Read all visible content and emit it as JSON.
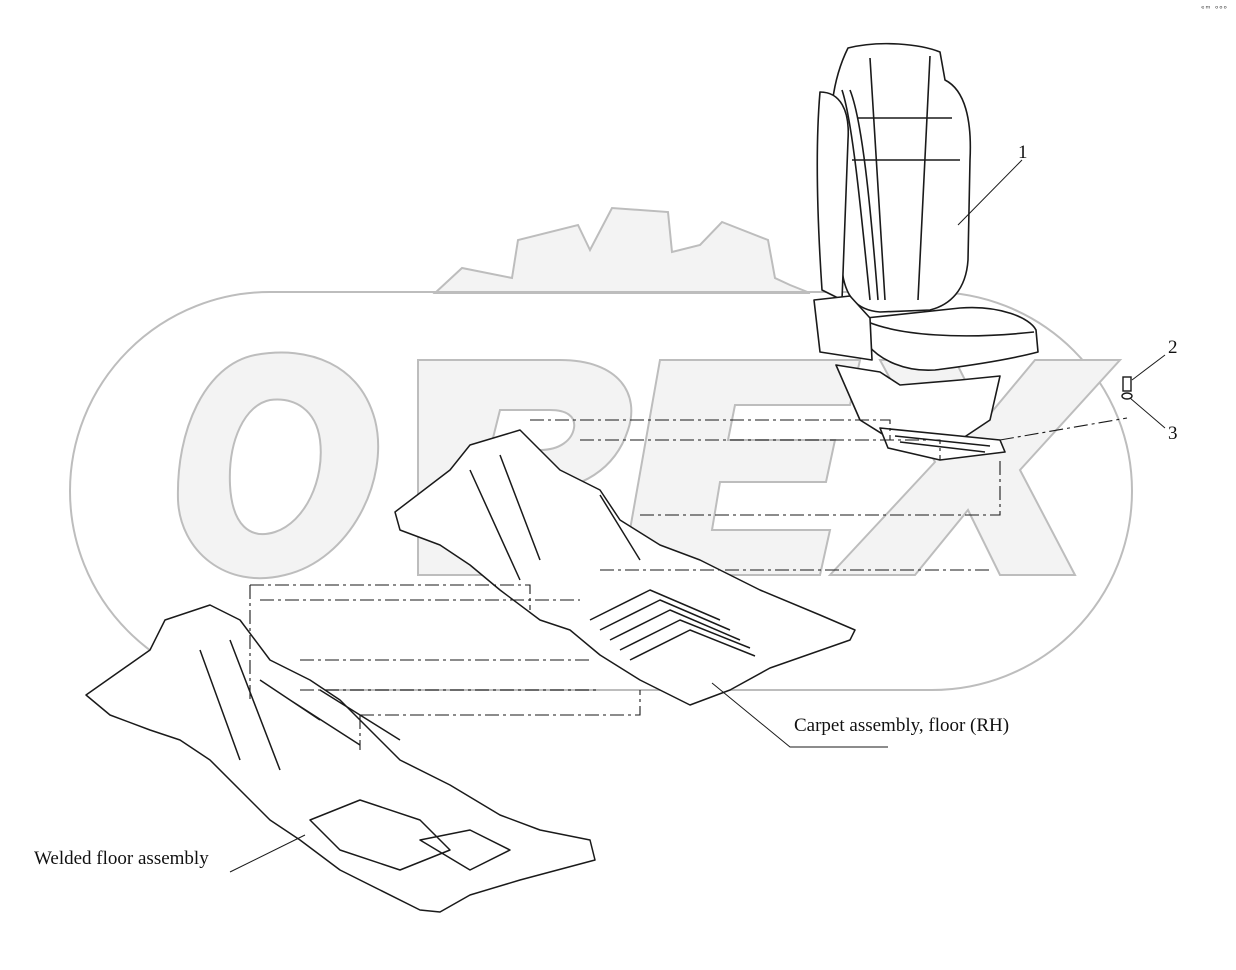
{
  "diagram": {
    "corner_mark": "ᵉᵐ ᵒᵒᵒ",
    "watermark": "OPEX",
    "callouts": {
      "item_1": "1",
      "item_2": "2",
      "item_3": "3",
      "carpet": "Carpet assembly, floor (RH)",
      "welded_floor": "Welded floor assembly"
    }
  },
  "colors": {
    "line": "#1a1a1a",
    "watermark_stroke": "#bdbdbd",
    "watermark_fill": "#f2f2f2"
  }
}
